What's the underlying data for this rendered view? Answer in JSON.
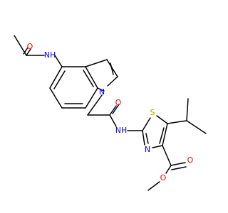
{
  "colors": {
    "bond": "#000000",
    "oxygen": "#ff0000",
    "nitrogen": "#0000ff",
    "sulfur": "#b2a500",
    "background": "#ffffff"
  },
  "labels": {
    "o_acetyl": "O",
    "nh_acetamido": "NH",
    "n_indole": "N",
    "o_amide": "O",
    "nh_amide": "NH",
    "s_thiazole": "S",
    "n_thiazole": "N",
    "o_carbonyl_ester": "O",
    "o_ester": "O"
  }
}
